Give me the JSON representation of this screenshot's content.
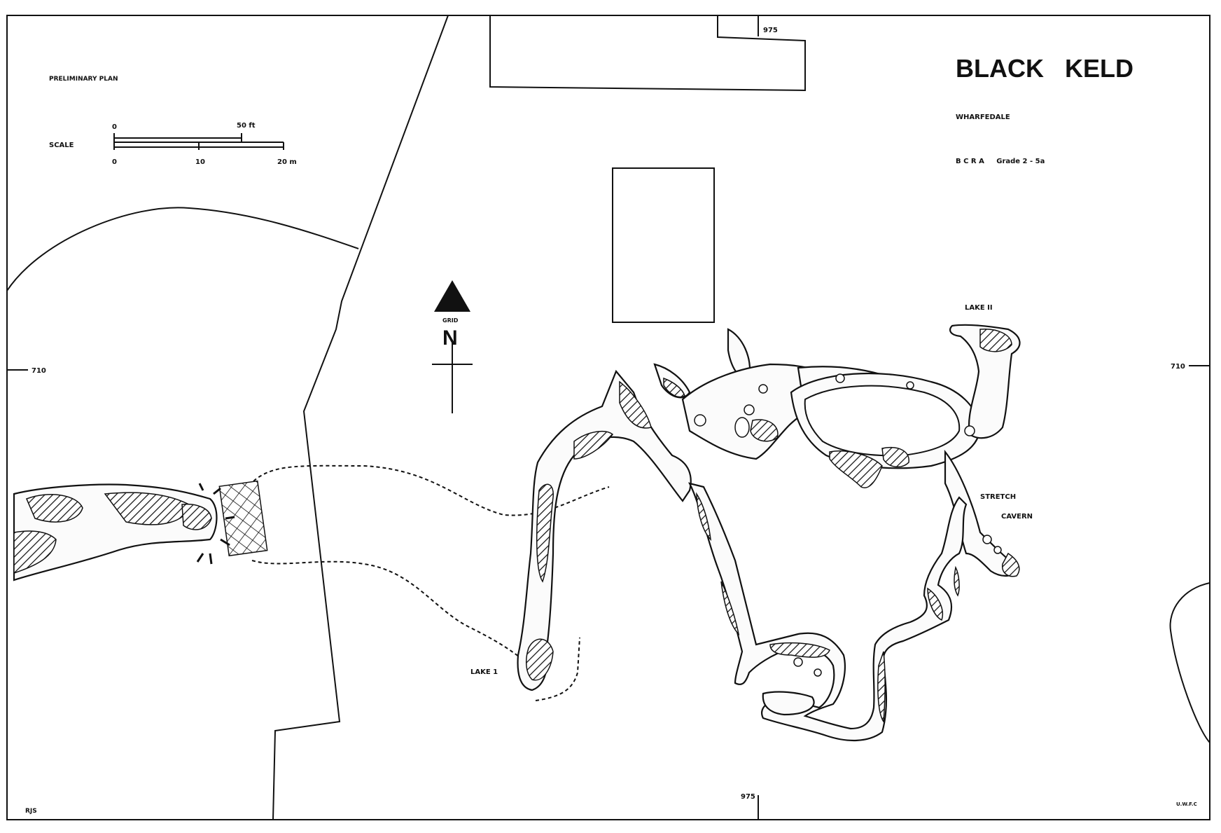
{
  "title": "BLACK   KELD",
  "subtitle": "WHARFEDALE",
  "survey_grade": "B C R A     Grade 2 - 5a",
  "plan_type": "PRELIMINARY PLAN",
  "scale": {
    "label": "SCALE",
    "upper_start": "0",
    "upper_end": "50 ft",
    "lower_start": "0",
    "lower_mid": "10",
    "lower_end": "20 m"
  },
  "north": {
    "grid_label": "GRID",
    "letter": "N"
  },
  "grid_refs": {
    "easting_top": "975",
    "easting_bottom": "975",
    "northing_left": "710",
    "northing_right": "710"
  },
  "features": {
    "lake_1": "LAKE 1",
    "lake_2": "LAKE II",
    "stretch": "STRETCH",
    "cavern": "CAVERN"
  },
  "credits": {
    "author": "RJS",
    "club": "U.W.F.C"
  },
  "colors": {
    "ink": "#111111",
    "paper": "#ffffff"
  }
}
